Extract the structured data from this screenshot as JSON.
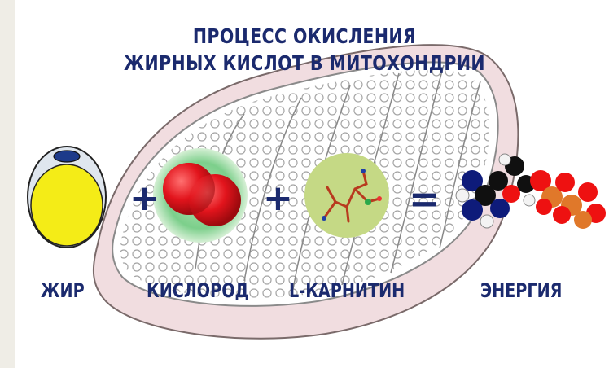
{
  "title": {
    "line1": "ПРОЦЕСС ОКИСЛЕНИЯ",
    "line2": "ЖИРНЫХ КИСЛОТ В МИТОХОНДРИИ"
  },
  "operators": {
    "plus": "+",
    "equals": "="
  },
  "labels": {
    "fat": "ЖИР",
    "oxygen": "КИСЛОРОД",
    "carnitine": "L-КАРНИТИН",
    "energy": "ЭНЕРГИЯ"
  },
  "colors": {
    "text": "#1b2a6e",
    "fat_cell": "#f4ec17",
    "oxygen_atom": "#e2141c",
    "oxygen_glow": "#9fd9a4",
    "carnitine_disc": "#c5d985",
    "mitochondrion_membrane": "#f1dde0"
  }
}
